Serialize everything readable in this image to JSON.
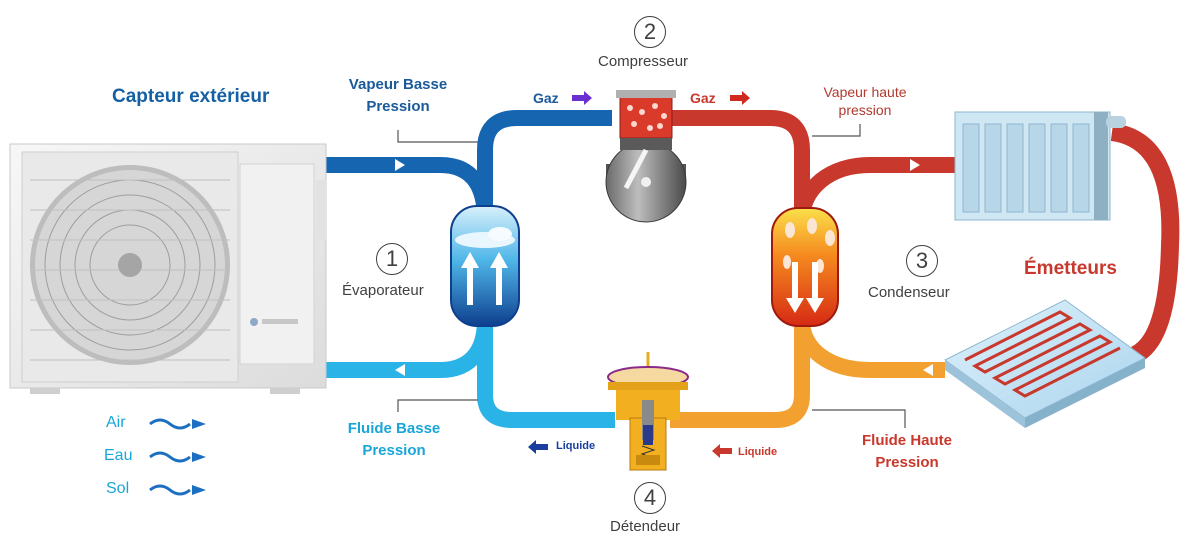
{
  "outdoor_unit_title": "Capteur extérieur",
  "emitters_title": "Émetteurs",
  "steps": [
    {
      "number": "1",
      "label": "Évaporateur"
    },
    {
      "number": "2",
      "label": "Compresseur"
    },
    {
      "number": "3",
      "label": "Condenseur"
    },
    {
      "number": "4",
      "label": "Détendeur"
    }
  ],
  "annotations": {
    "low_pressure_vapor": [
      "Vapeur Basse",
      "Pression"
    ],
    "high_pressure_vapor": [
      "Vapeur haute",
      "pression"
    ],
    "low_pressure_fluid": [
      "Fluide Basse",
      "Pression"
    ],
    "high_pressure_fluid": [
      "Fluide Haute",
      "Pression"
    ],
    "gas_in": "Gaz",
    "gas_out": "Gaz",
    "liquid_in": "Liquide",
    "liquid_out": "Liquide"
  },
  "sources": [
    "Air",
    "Eau",
    "Sol"
  ],
  "colors": {
    "low_pressure_vapor": "#1565b0",
    "low_pressure_fluid": "#29b3e6",
    "high_pressure_vapor": "#c8382c",
    "high_pressure_fluid": "#f2a030",
    "title_blue": "#1560a4",
    "title_red": "#c8382c"
  }
}
